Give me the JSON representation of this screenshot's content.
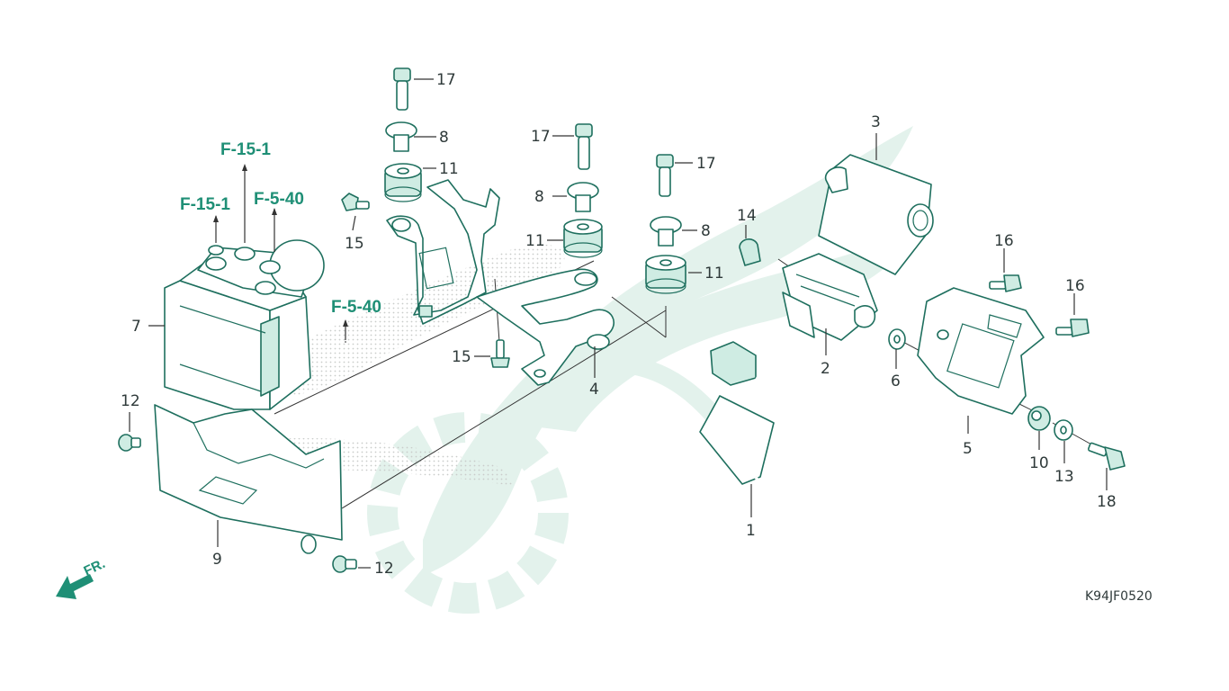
{
  "diagram": {
    "code": "K94JF0520",
    "direction_label": "FR.",
    "references": {
      "f15_1_top": "F-15-1",
      "f15_1_left": "F-15-1",
      "f5_40_top": "F-5-40",
      "f5_40_right": "F-5-40"
    },
    "callouts": {
      "p1": "1",
      "p2": "2",
      "p3": "3",
      "p4": "4",
      "p5": "5",
      "p6": "6",
      "p7": "7",
      "p8a": "8",
      "p8b": "8",
      "p8c": "8",
      "p9": "9",
      "p10": "10",
      "p11a": "11",
      "p11b": "11",
      "p11c": "11",
      "p12a": "12",
      "p12b": "12",
      "p13": "13",
      "p14": "14",
      "p15a": "15",
      "p15b": "15",
      "p16a": "16",
      "p16b": "16",
      "p17a": "17",
      "p17b": "17",
      "p17c": "17",
      "p18": "18"
    },
    "colors": {
      "accent": "#1f8f76",
      "line": "#1e6f5e",
      "watermark": "#e3f2ec"
    }
  }
}
